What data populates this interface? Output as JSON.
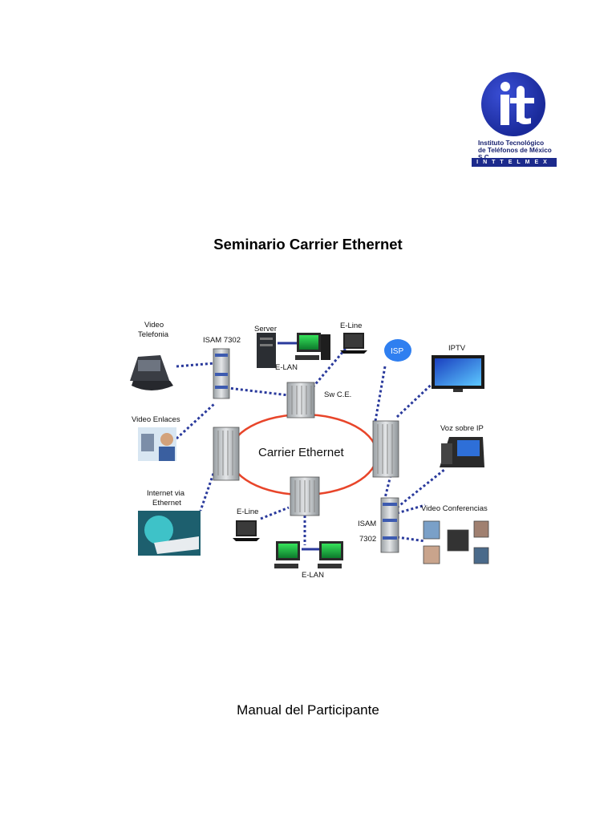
{
  "logo": {
    "line1": "Instituto Tecnológico",
    "line2": "de Teléfonos de México S.C.",
    "band": "INTTELMEX",
    "mark": "it"
  },
  "document": {
    "title": "Seminario Carrier Ethernet",
    "subtitle": "Manual del Participante"
  },
  "diagram": {
    "center": "Carrier Ethernet",
    "video_telefonia_1": "Video",
    "video_telefonia_2": "Telefonia",
    "isam_top": "ISAM 7302",
    "server": "Server",
    "elan_top": "E-LAN",
    "eline_top": "E-Line",
    "isp": "ISP",
    "iptv": "IPTV",
    "swce": "Sw C.E.",
    "video_enlaces": "Video Enlaces",
    "voz_ip": "Voz sobre IP",
    "internet_1": "Internet via",
    "internet_2": "Ethernet",
    "eline_bottom": "E-Line",
    "isam_bottom_1": "ISAM",
    "isam_bottom_2": "7302",
    "video_conf": "Video Conferencias",
    "elan_bottom": "E-LAN"
  }
}
